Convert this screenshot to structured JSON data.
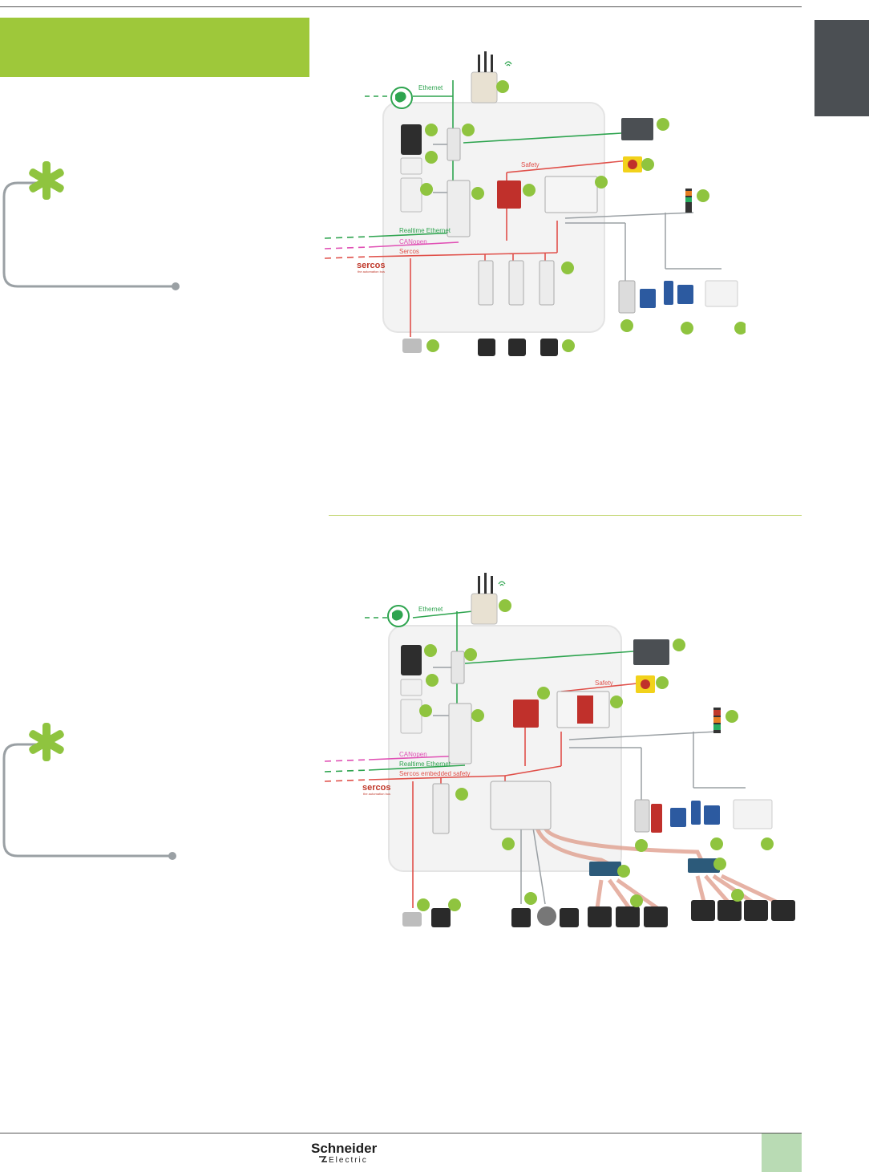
{
  "colors": {
    "accent_green": "#9ec83a",
    "dark_tab": "#4b4f53",
    "page_tab": "#b9dbb4",
    "ethernet_line": "#2ea44f",
    "canopen_line": "#e04fb4",
    "sercos_line": "#e0504a",
    "safety_line": "#e0504a",
    "bullet_green": "#8fc43f",
    "connector_gray": "#9aa0a4"
  },
  "icons": {
    "asterisk": "asterisk-icon",
    "wireless": "wireless-icon",
    "globe": "globe-network-icon"
  },
  "diagram_top": {
    "labels": {
      "ethernet": "Ethernet",
      "safety": "Safety",
      "realtime_ethernet": "Realtime Ethernet",
      "canopen": "CANopen",
      "sercos": "Sercos",
      "sercos_logo": "sercos",
      "sercos_logo_sub": "the automation bus"
    }
  },
  "diagram_bottom": {
    "labels": {
      "ethernet": "Ethernet",
      "safety": "Safety",
      "canopen": "CANopen",
      "realtime_ethernet": "Realtime Ethernet",
      "sercos_safety": "Sercos embedded safety",
      "sercos_logo": "sercos",
      "sercos_logo_sub": "the automation bus"
    }
  },
  "footer": {
    "brand_name": "Schneider",
    "brand_sub": "Electric"
  }
}
